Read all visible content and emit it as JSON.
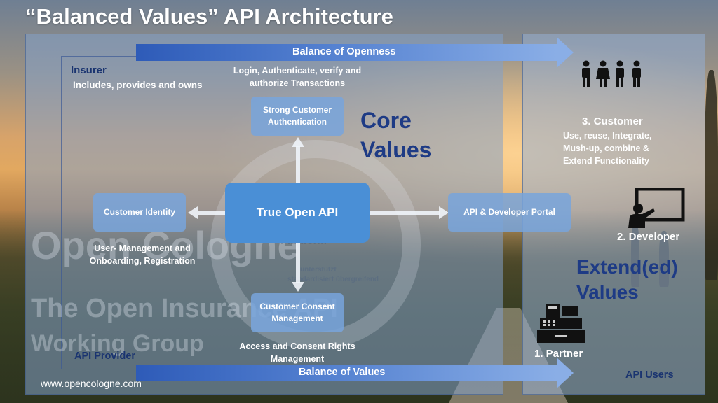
{
  "title": "“Balanced Values” API Architecture",
  "arrows": {
    "top_label": "Balance of Openness",
    "bottom_label": "Balance of Values"
  },
  "insurer": {
    "title": "Insurer",
    "subtitle": "Includes, provides and owns"
  },
  "auth_caption": "Login, Authenticate, verify and authorize Transactions",
  "boxes": {
    "strong_auth": "Strong Customer Authentication",
    "core_api": "True Open API",
    "identity": "Customer Identity",
    "portal": "API & Developer Portal",
    "consent": "Customer Consent Management"
  },
  "core_values": "Core Values",
  "identity_caption": "User- Management  and Onboarding,  Registration",
  "consent_caption": "Access and Consent Rights Management",
  "api_provider": "API Provider",
  "website": "www.opencologne.com",
  "users": {
    "customer_title": "3. Customer",
    "customer_desc": "Use, reuse, Integrate, Mush-up, combine & Extend Functionality",
    "developer_title": "2. Developer",
    "partner_title": "1. Partner",
    "extended_values": "Extend(ed) Values",
    "api_users": "API Users"
  },
  "icons": [
    "people-group-icon",
    "presenter-board-icon",
    "cash-register-icon"
  ],
  "colors": {
    "arrow": "#2e5bb8",
    "box": "#78a5dc",
    "core_box": "#4a8fd6",
    "heading_blue": "#1e3b85"
  }
}
